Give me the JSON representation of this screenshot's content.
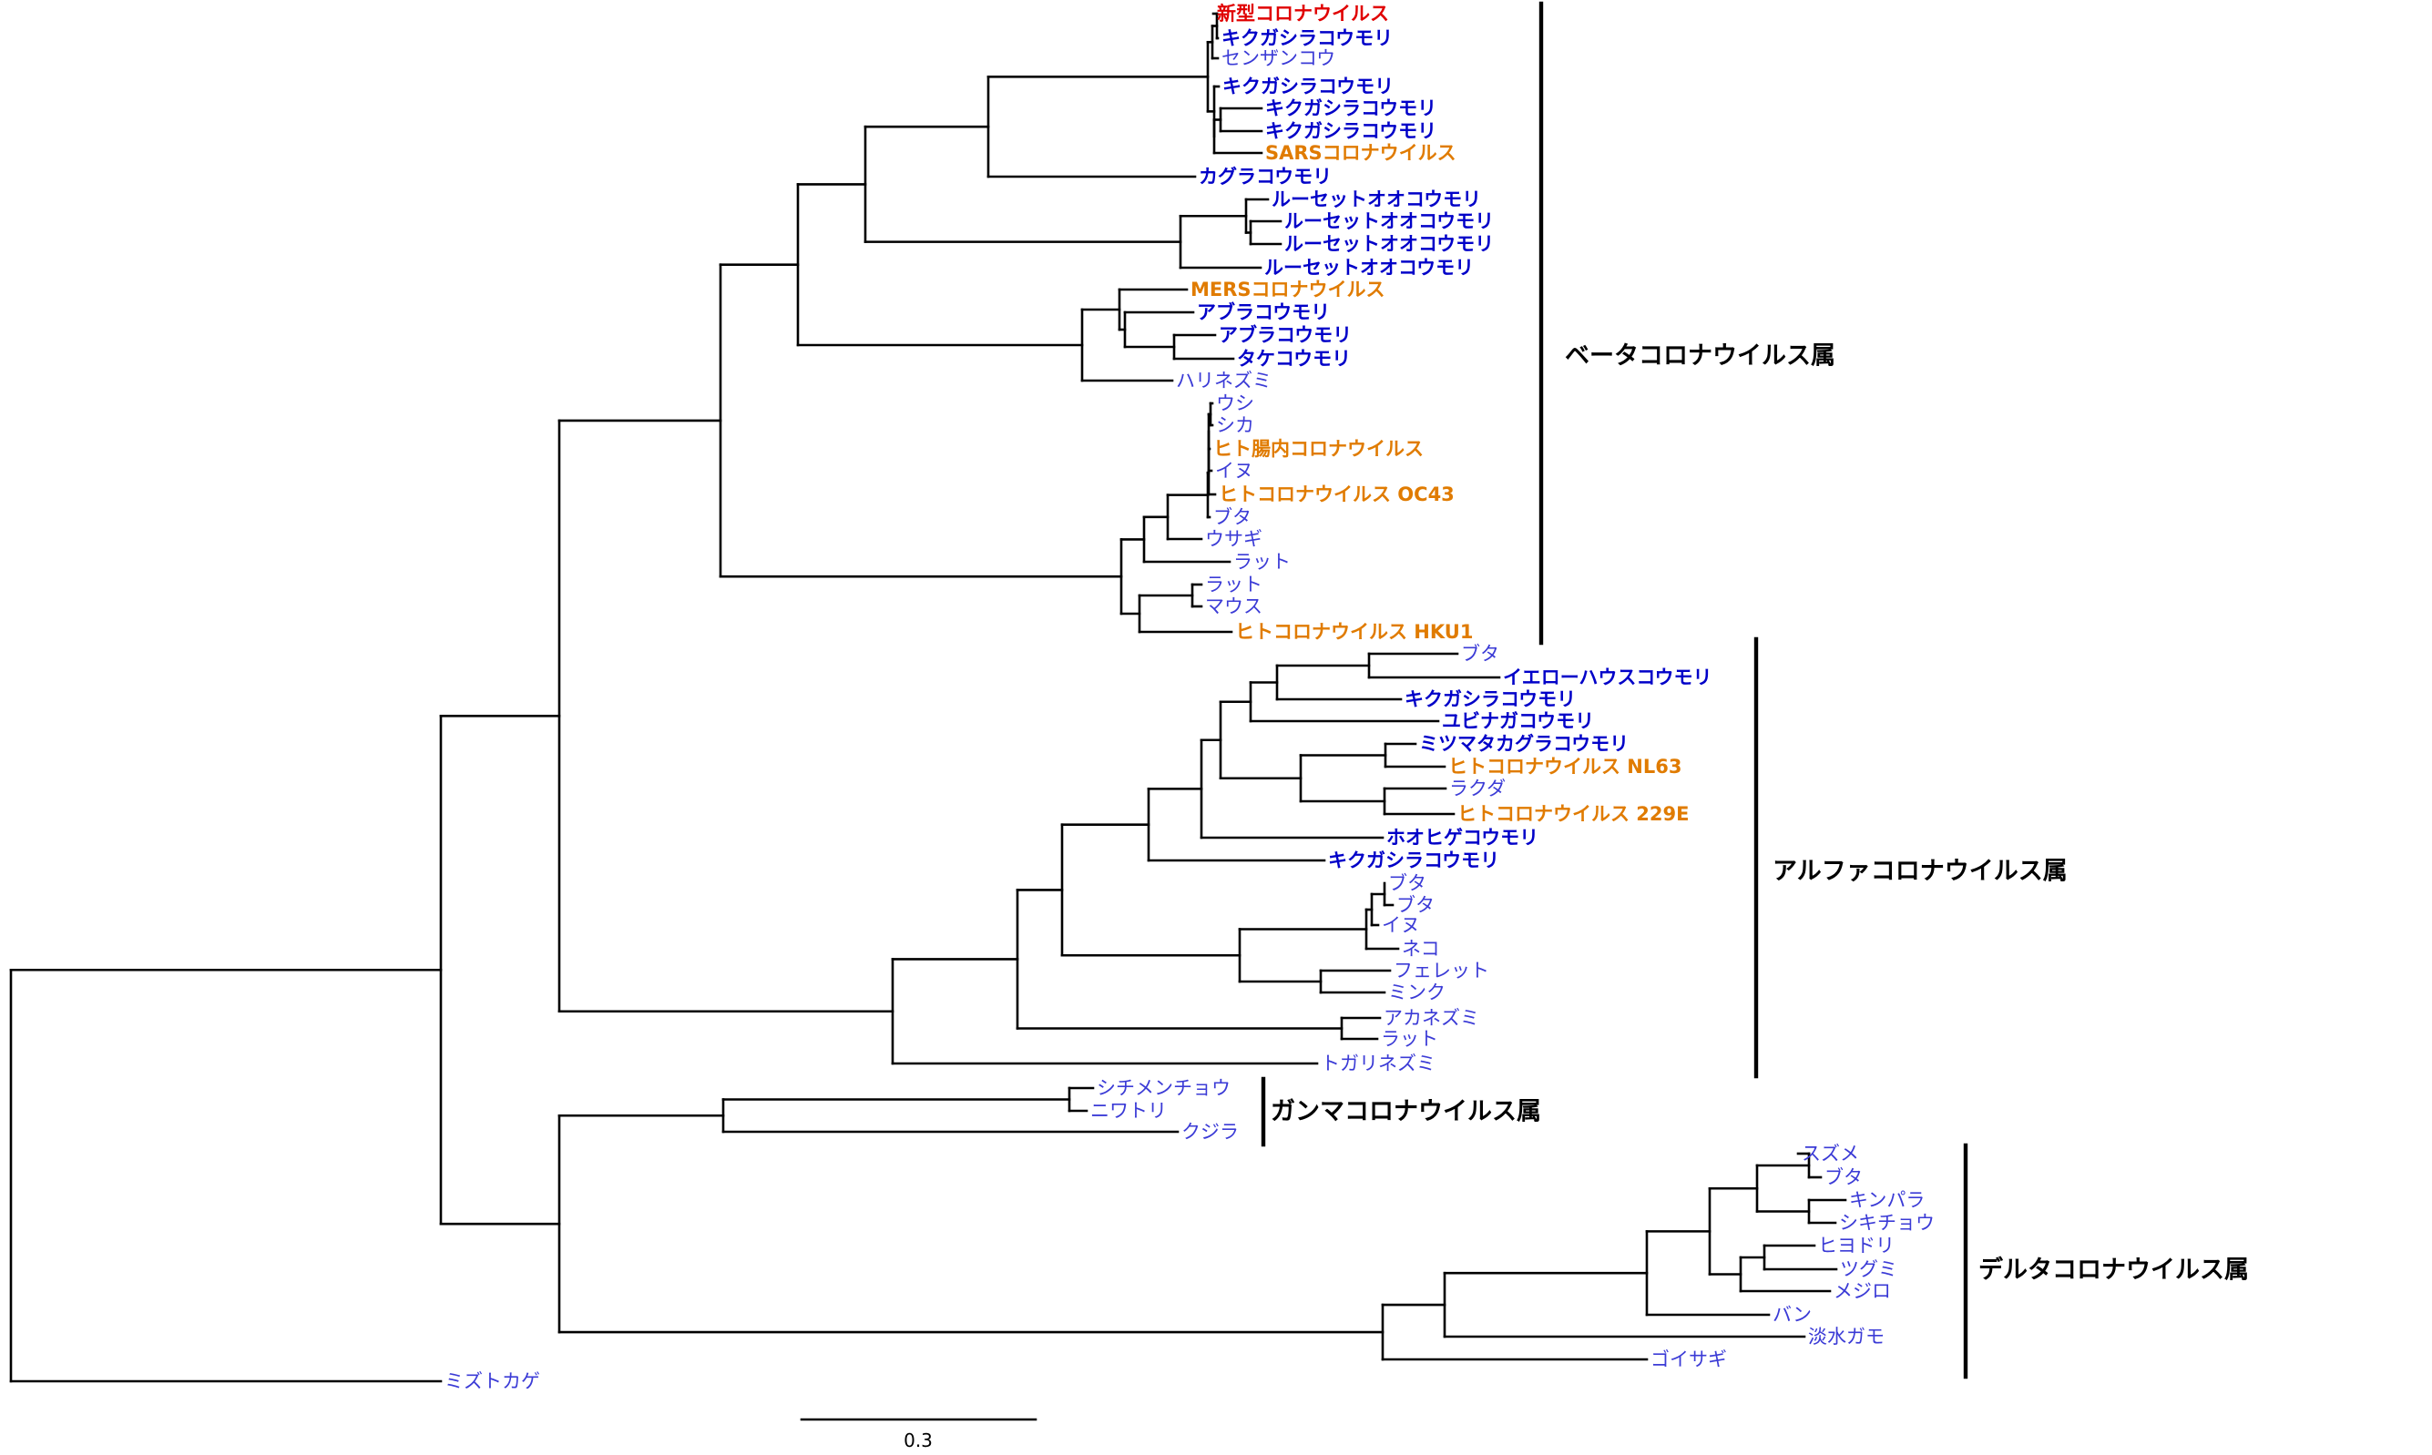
{
  "colors": {
    "new_virus": "#e00000",
    "human_virus": "#e07b00",
    "bat": "#0000c8",
    "other_host": "#3b3bd6",
    "branch": "#000000"
  },
  "tree": {
    "leaves": [
      {
        "text": "新型コロナウイルス",
        "type": "new_virus"
      },
      {
        "text": "キクガシラコウモリ",
        "type": "bat"
      },
      {
        "text": "センザンコウ",
        "type": "other_host"
      },
      {
        "text": "キクガシラコウモリ",
        "type": "bat"
      },
      {
        "text": "キクガシラコウモリ",
        "type": "bat"
      },
      {
        "text": "キクガシラコウモリ",
        "type": "bat"
      },
      {
        "text": "SARSコロナウイルス",
        "type": "human_virus"
      },
      {
        "text": "カグラコウモリ",
        "type": "bat"
      },
      {
        "text": "ルーセットオオコウモリ",
        "type": "bat"
      },
      {
        "text": "ルーセットオオコウモリ",
        "type": "bat"
      },
      {
        "text": "ルーセットオオコウモリ",
        "type": "bat"
      },
      {
        "text": "ルーセットオオコウモリ",
        "type": "bat"
      },
      {
        "text": "MERSコロナウイルス",
        "type": "human_virus"
      },
      {
        "text": "アブラコウモリ",
        "type": "bat"
      },
      {
        "text": "アブラコウモリ",
        "type": "bat"
      },
      {
        "text": "タケコウモリ",
        "type": "bat"
      },
      {
        "text": "ハリネズミ",
        "type": "other_host"
      },
      {
        "text": "ウシ",
        "type": "other_host"
      },
      {
        "text": "シカ",
        "type": "other_host"
      },
      {
        "text": "ヒト腸内コロナウイルス",
        "type": "human_virus"
      },
      {
        "text": "イヌ",
        "type": "other_host"
      },
      {
        "text": "ヒトコロナウイルス OC43",
        "type": "human_virus"
      },
      {
        "text": "ブタ",
        "type": "other_host"
      },
      {
        "text": "ウサギ",
        "type": "other_host"
      },
      {
        "text": "ラット",
        "type": "other_host"
      },
      {
        "text": "ラット",
        "type": "other_host"
      },
      {
        "text": "マウス",
        "type": "other_host"
      },
      {
        "text": "ヒトコロナウイルス HKU1",
        "type": "human_virus"
      },
      {
        "text": "ブタ",
        "type": "other_host"
      },
      {
        "text": "イエローハウスコウモリ",
        "type": "bat"
      },
      {
        "text": "キクガシラコウモリ",
        "type": "bat"
      },
      {
        "text": "ユビナガコウモリ",
        "type": "bat"
      },
      {
        "text": "ミツマタカグラコウモリ",
        "type": "bat"
      },
      {
        "text": "ヒトコロナウイルス NL63",
        "type": "human_virus"
      },
      {
        "text": "ラクダ",
        "type": "other_host"
      },
      {
        "text": "ヒトコロナウイルス 229E",
        "type": "human_virus"
      },
      {
        "text": "ホオヒゲコウモリ",
        "type": "bat"
      },
      {
        "text": "キクガシラコウモリ",
        "type": "bat"
      },
      {
        "text": "ブタ",
        "type": "other_host"
      },
      {
        "text": "ブタ",
        "type": "other_host"
      },
      {
        "text": "イヌ",
        "type": "other_host"
      },
      {
        "text": "ネコ",
        "type": "other_host"
      },
      {
        "text": "フェレット",
        "type": "other_host"
      },
      {
        "text": "ミンク",
        "type": "other_host"
      },
      {
        "text": "アカネズミ",
        "type": "other_host"
      },
      {
        "text": "ラット",
        "type": "other_host"
      },
      {
        "text": "トガリネズミ",
        "type": "other_host"
      },
      {
        "text": "シチメンチョウ",
        "type": "other_host"
      },
      {
        "text": "ニワトリ",
        "type": "other_host"
      },
      {
        "text": "クジラ",
        "type": "other_host"
      },
      {
        "text": "スズメ",
        "type": "other_host"
      },
      {
        "text": "ブタ",
        "type": "other_host"
      },
      {
        "text": "キンパラ",
        "type": "other_host"
      },
      {
        "text": "シキチョウ",
        "type": "other_host"
      },
      {
        "text": "ヒヨドリ",
        "type": "other_host"
      },
      {
        "text": "ツグミ",
        "type": "other_host"
      },
      {
        "text": "メジロ",
        "type": "other_host"
      },
      {
        "text": "バン",
        "type": "other_host"
      },
      {
        "text": "淡水ガモ",
        "type": "other_host"
      },
      {
        "text": "ゴイサギ",
        "type": "other_host"
      },
      {
        "text": "ミズトカゲ",
        "type": "other_host"
      }
    ],
    "genera": [
      {
        "label": "ベータコロナウイルス属"
      },
      {
        "label": "アルファコロナウイルス属"
      },
      {
        "label": "ガンマコロナウイルス属"
      },
      {
        "label": "デルタコロナウイルス属"
      }
    ],
    "scale": {
      "label": "0.3",
      "value": 0.3
    }
  }
}
